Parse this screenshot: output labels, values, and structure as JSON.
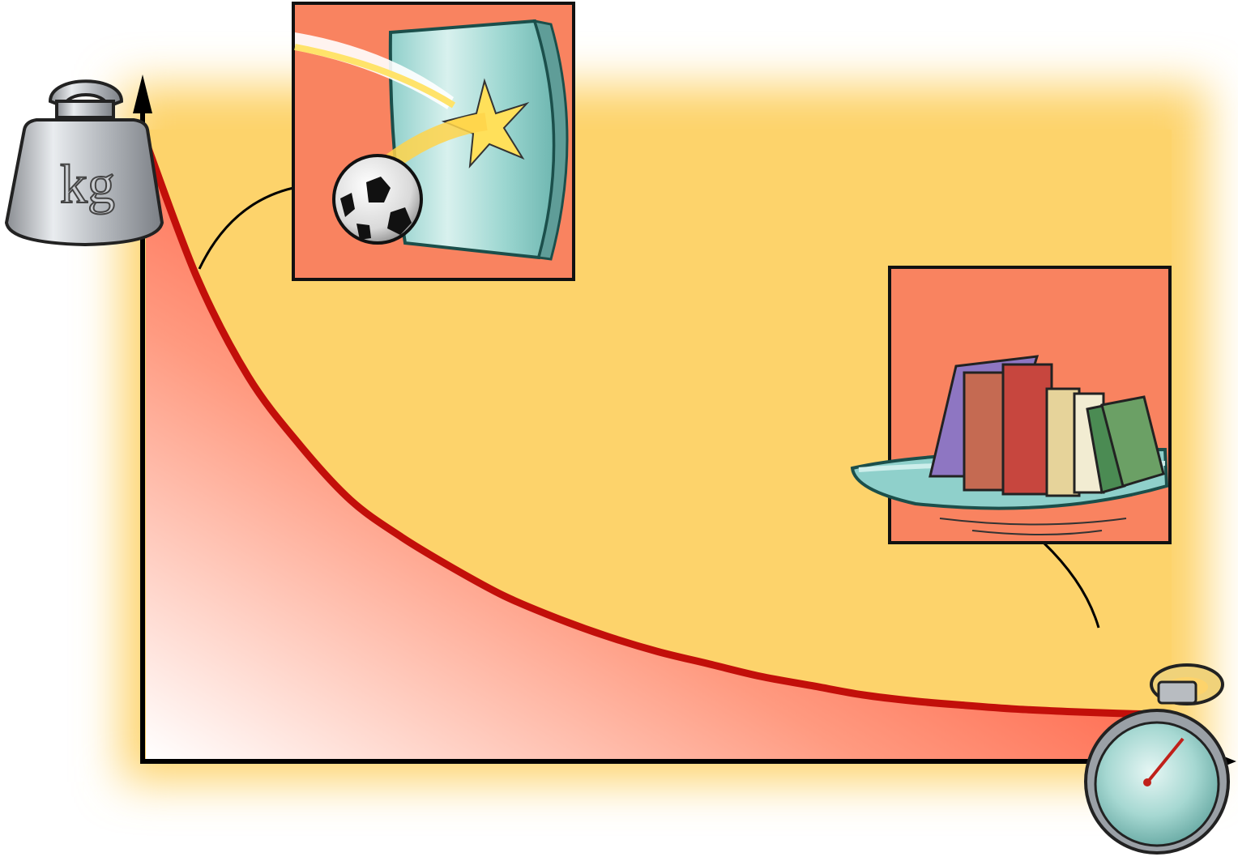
{
  "chart_data": {
    "type": "line",
    "title": "",
    "xlabel": "",
    "ylabel": "",
    "x_icon": "stopwatch-icon",
    "y_icon": "kg-weight-icon",
    "y_icon_text": "kg",
    "series": [
      {
        "x": [
          0.0,
          0.05,
          0.1,
          0.15,
          0.2,
          0.25,
          0.3,
          0.35,
          0.4,
          0.45,
          0.5,
          0.55,
          0.6,
          0.65,
          0.7,
          0.75,
          0.8,
          0.85,
          0.9,
          0.95,
          1.0
        ],
        "y": [
          1.0,
          0.78,
          0.62,
          0.51,
          0.42,
          0.36,
          0.31,
          0.265,
          0.23,
          0.2,
          0.175,
          0.155,
          0.135,
          0.12,
          0.105,
          0.095,
          0.088,
          0.082,
          0.078,
          0.075,
          0.073
        ]
      }
    ],
    "xlim": [
      0,
      1
    ],
    "ylim": [
      0,
      1
    ],
    "fill_under_curve": true,
    "grid": false,
    "annotations": [
      {
        "at_x": 0.06,
        "icon": "soccer-ball-breaking-glass-icon"
      },
      {
        "at_x": 0.93,
        "icon": "books-on-shelf-icon"
      }
    ],
    "colors": {
      "background_glow": "#fdd36b",
      "curve_line": "#c20f0a",
      "curve_fill": "#ff3b1f",
      "inset_background": "#f98360",
      "axis": "#000000"
    }
  }
}
